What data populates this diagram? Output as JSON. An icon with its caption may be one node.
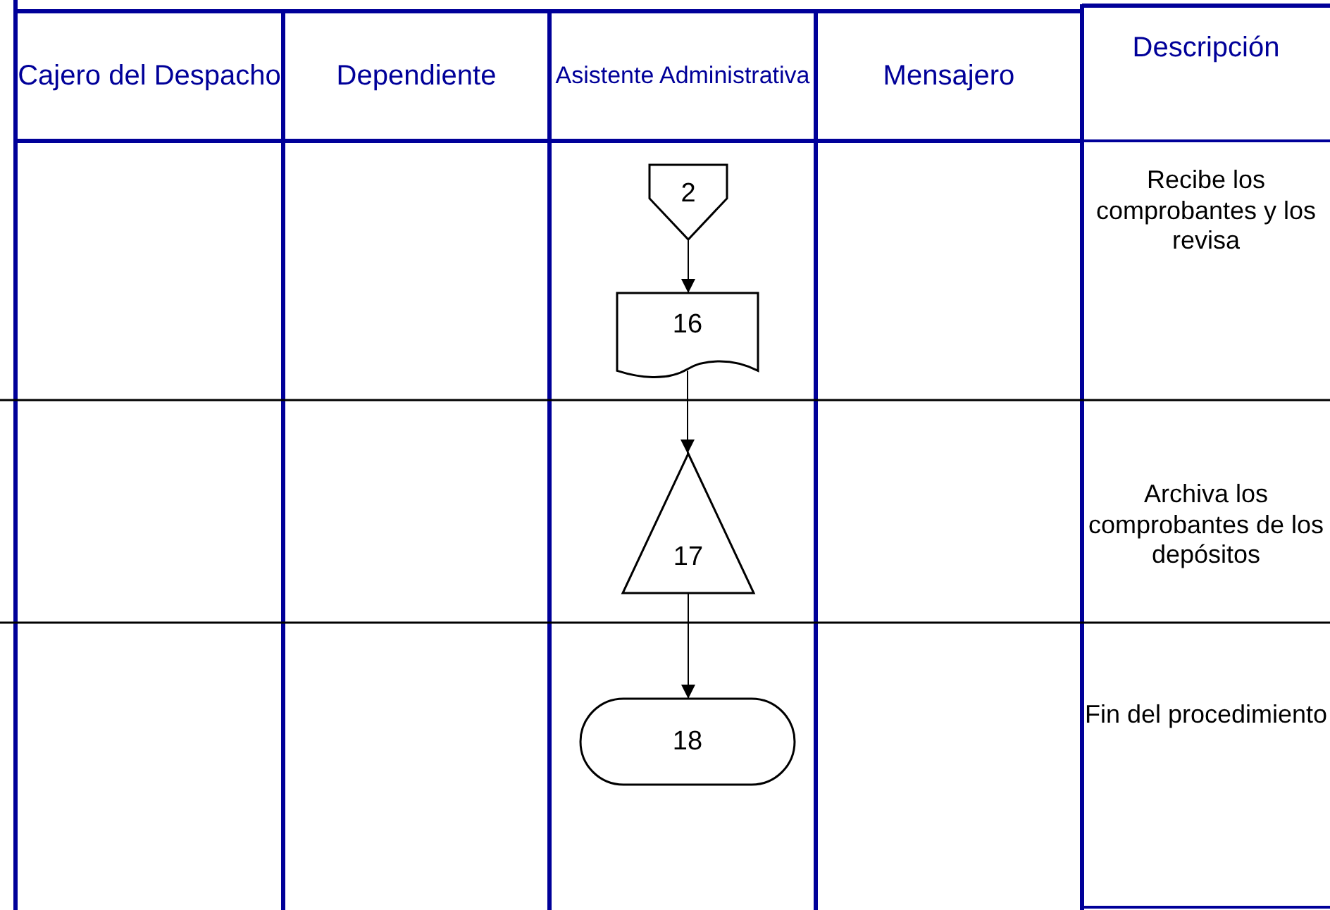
{
  "diagram": {
    "nodes": [
      {
        "text": [
          "2"
        ]
      },
      {
        "text": [
          "16"
        ]
      },
      {
        "text": [
          "17"
        ]
      },
      {
        "text": [
          "18"
        ]
      }
    ],
    "edges": [
      {
        "from": 0,
        "to": 1,
        "arrow": "to"
      },
      {
        "from": 1,
        "to": 2,
        "arrow": "to"
      },
      {
        "from": 2,
        "to": 3,
        "arrow": "to"
      }
    ],
    "labels": [
      "Cajero del Despacho",
      "Dependiente",
      "Asistente Administrativa",
      "Mensajero",
      "Descripción",
      "Recibe los comprobantes y los revisa",
      "Archiva los comprobantes de los depósitos",
      "Fin del procedimiento"
    ]
  }
}
